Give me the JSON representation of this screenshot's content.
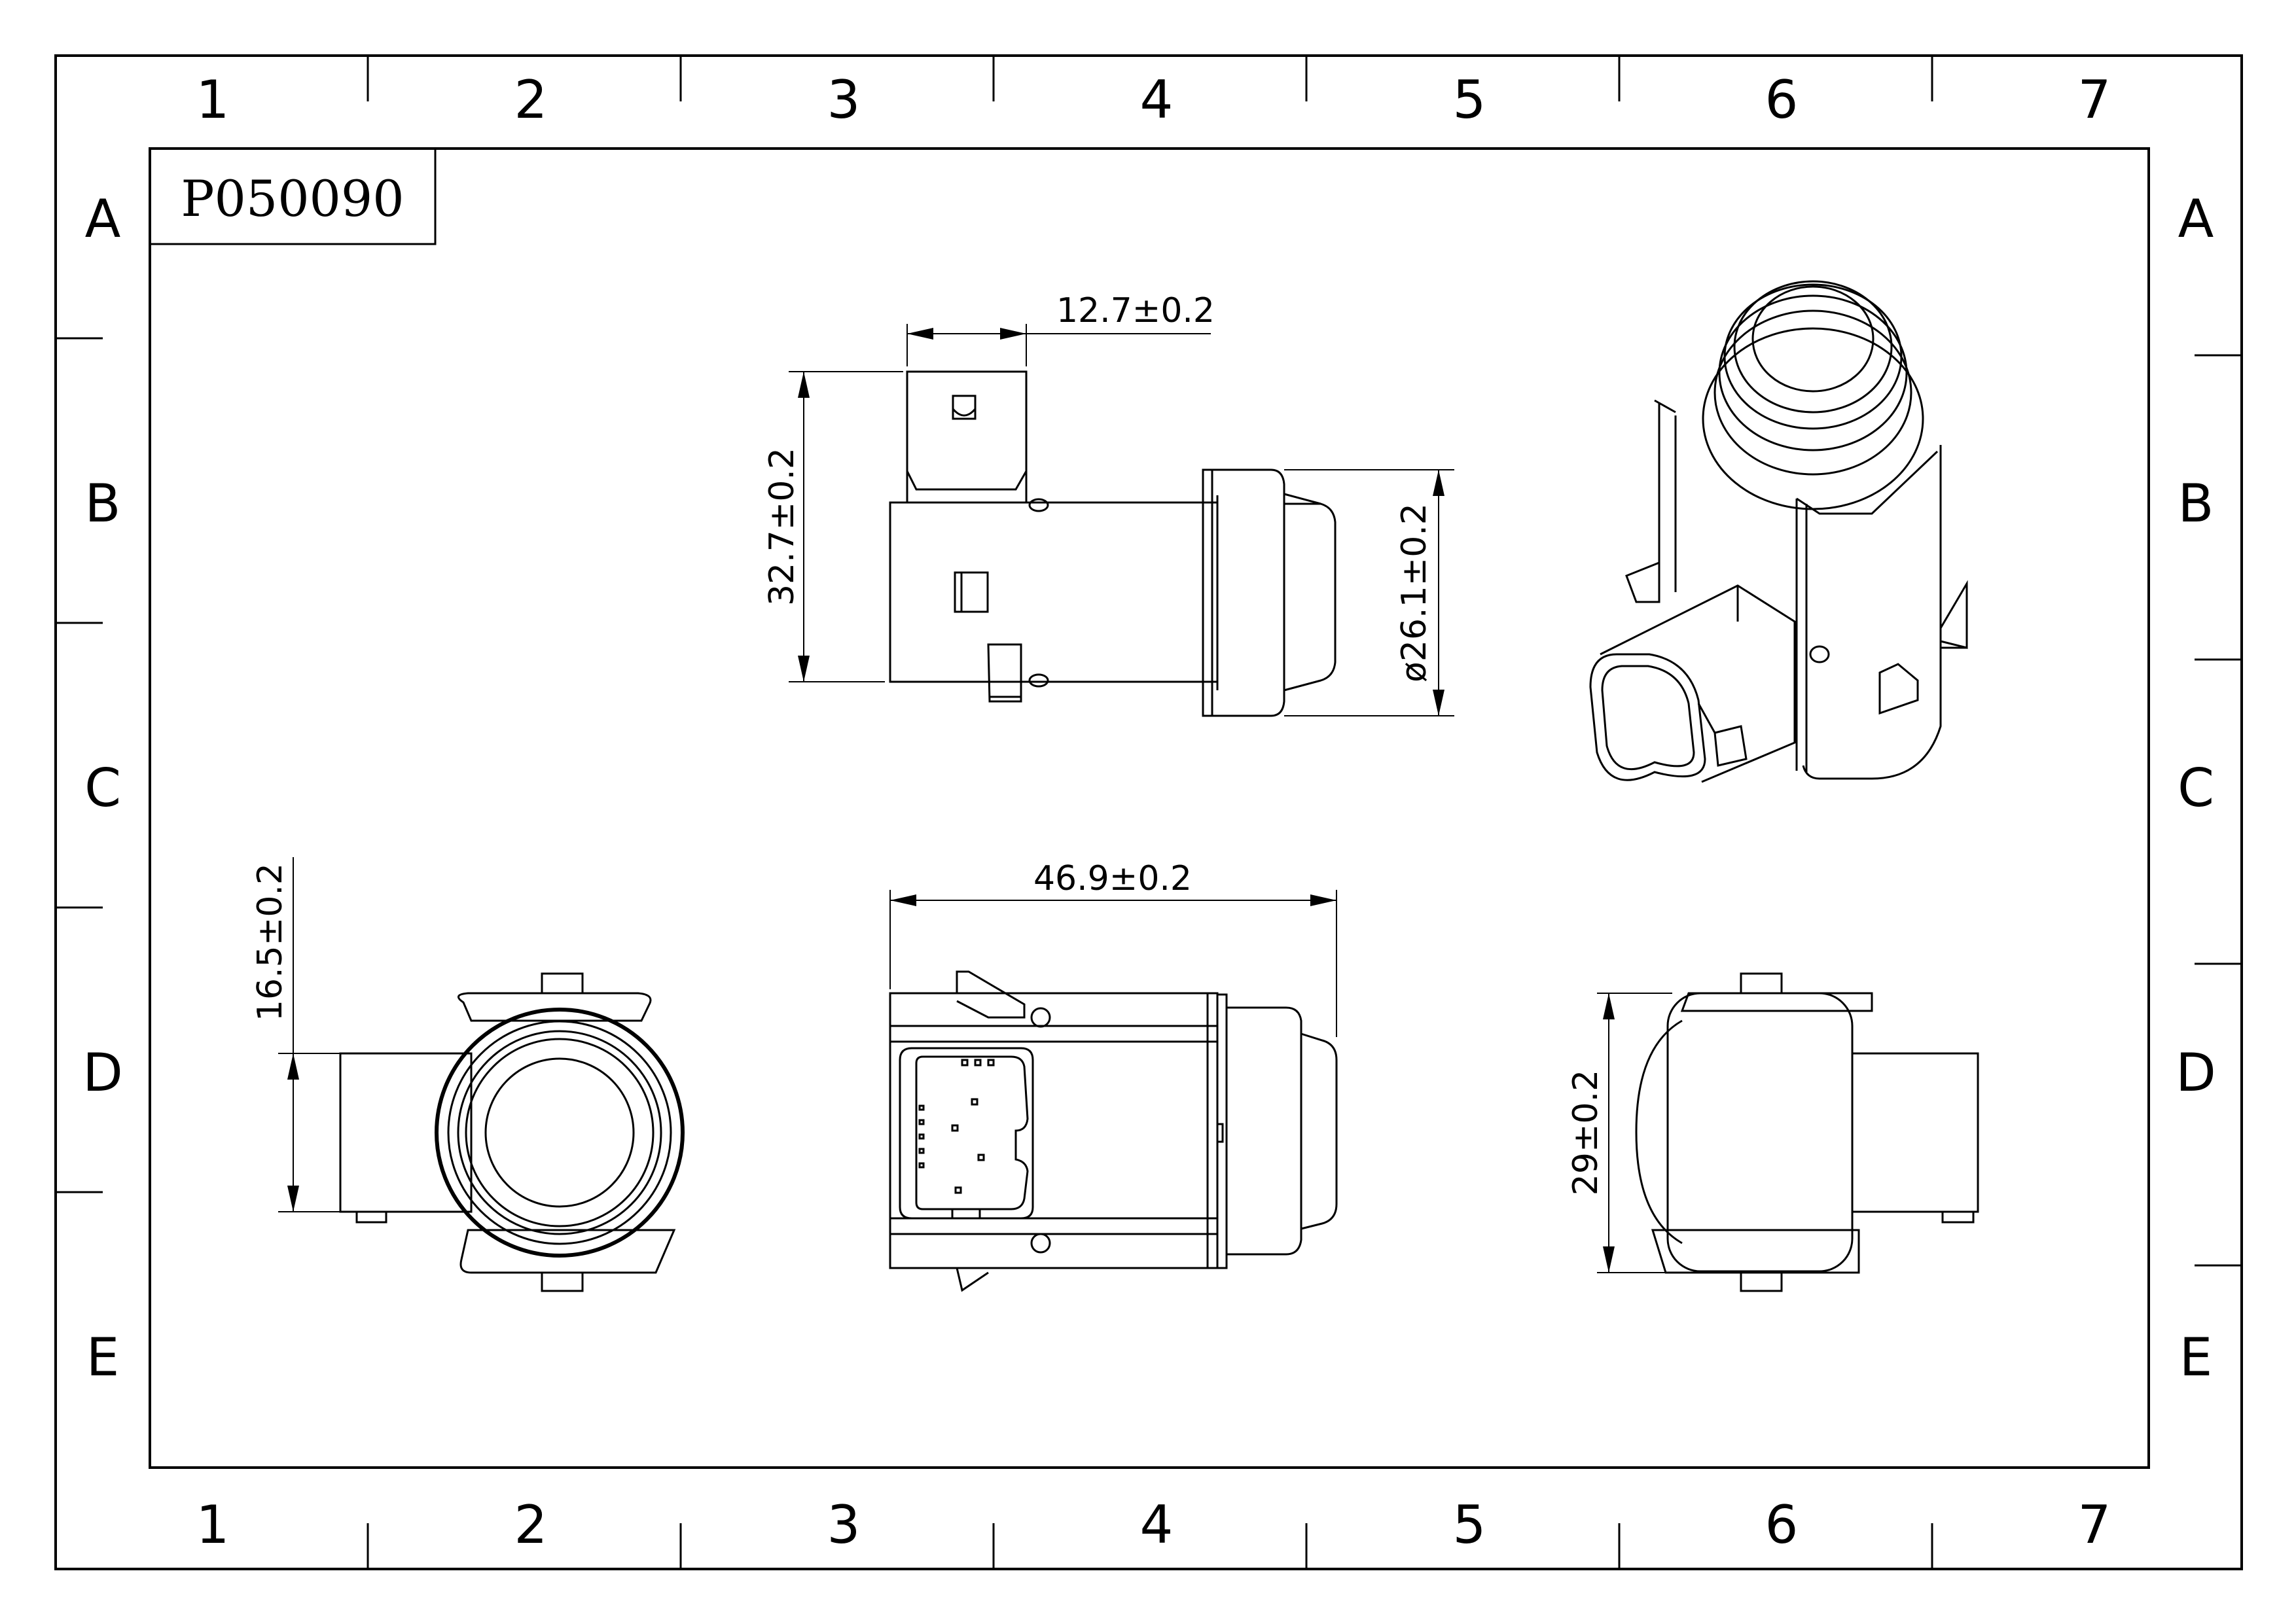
{
  "title_block": {
    "part_number": "P050090"
  },
  "zones": {
    "columns": [
      "1",
      "2",
      "3",
      "4",
      "5",
      "6",
      "7"
    ],
    "rows": [
      "A",
      "B",
      "C",
      "D",
      "E"
    ]
  },
  "dimensions": {
    "top_view_width": "12.7±0.2",
    "top_view_height": "32.7±0.2",
    "top_view_diameter": "ø26.1±0.2",
    "front_view_offset": "16.5±0.2",
    "side_view_length": "46.9±0.2",
    "end_view_height": "29±0.2"
  }
}
